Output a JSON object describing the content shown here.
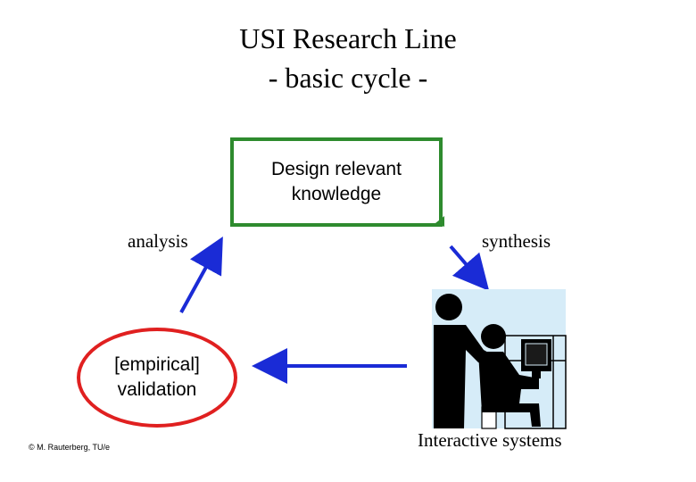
{
  "title": {
    "line1": "USI  Research Line",
    "line2": "- basic cycle -"
  },
  "nodes": {
    "knowledge": {
      "line1": "Design relevant",
      "line2": "knowledge"
    },
    "validation": {
      "line1": "[empirical]",
      "line2": "validation"
    },
    "systems_caption": "Interactive systems"
  },
  "edges": {
    "analysis": "analysis",
    "synthesis": "synthesis"
  },
  "footer": {
    "copyright": "© M. Rauterberg, TU/e"
  },
  "colors": {
    "knowledge_border": "#2e8b2e",
    "validation_border": "#e02020",
    "arrow": "#1a2bd6",
    "picture_bg": "#d6ecf8"
  },
  "icons": {
    "systems_picture": "person-at-computer-icon"
  }
}
